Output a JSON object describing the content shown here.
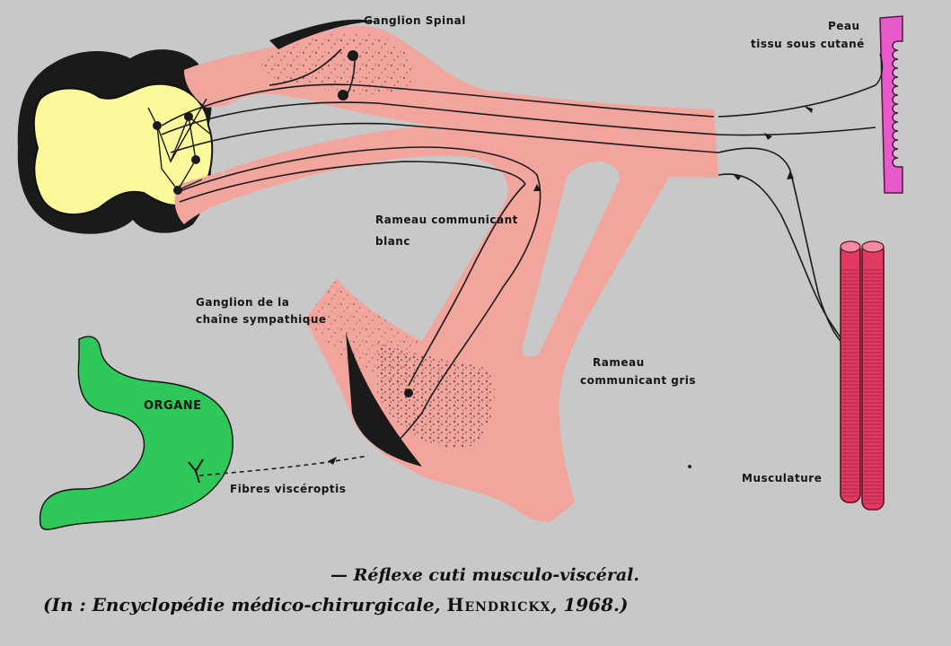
{
  "labels": {
    "ganglion_spinal": "Ganglion Spinal",
    "peau": "Peau",
    "tissu_sous_cutane": "tissu sous cutané",
    "rameau_blanc_1": "Rameau communicant",
    "rameau_blanc_2": "blanc",
    "ganglion_chaine_1": "Ganglion de la",
    "ganglion_chaine_2": "chaîne sympathique",
    "rameau_gris_1": "Rameau",
    "rameau_gris_2": "communicant gris",
    "organe": "ORGANE",
    "fibres": "Fibres viscéroptis",
    "musculature": "Musculature"
  },
  "caption": {
    "line1_dash": "—",
    "line1": "Réflexe cuti musculo-viscéral.",
    "line2_pre": "(In : Encyclopédie médico-chirurgicale,",
    "line2_author": "Hendrickx",
    "line2_post": ", 1968.)"
  },
  "colors": {
    "background": "#c8c8c8",
    "nerve_pink": "#f2a59c",
    "grey_matter": "#fbf99c",
    "organ_green": "#2ec75a",
    "skin_magenta": "#e55ac8",
    "muscle_red": "#e03a62"
  }
}
